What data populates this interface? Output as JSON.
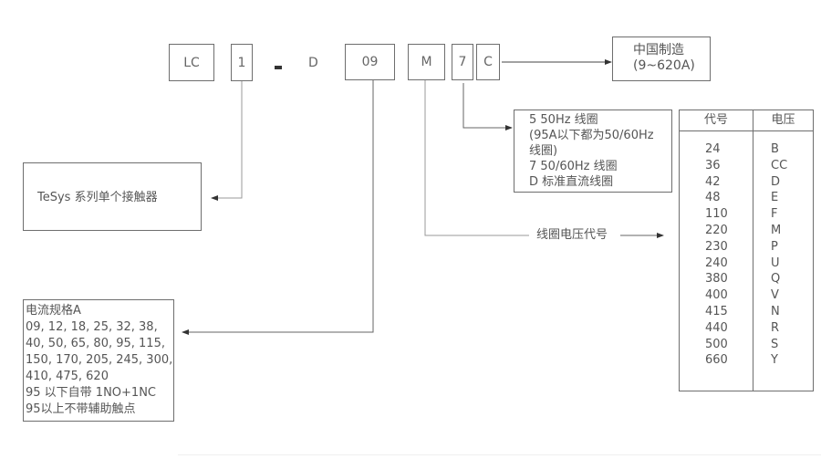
{
  "model_code": {
    "segments": [
      "LC",
      "1",
      "-",
      "D",
      "09",
      "M",
      "7",
      "C"
    ]
  },
  "made_in": {
    "line1": "中国制造",
    "line2": "(9~620A)"
  },
  "series_box": {
    "text": "TeSys 系列单个接触器"
  },
  "coil_type_box": {
    "lines": [
      "5 50Hz 线圈",
      "(95A以下都为50/60Hz",
      "线圈)",
      "7 50/60Hz 线圈",
      "D 标准直流线圈"
    ]
  },
  "coil_voltage_label": "线圈电压代号",
  "current_box": {
    "lines": [
      "电流规格A",
      "09, 12, 18, 25, 32, 38,",
      "40, 50, 65, 80, 95, 115,",
      "150, 170, 205, 245, 300,",
      "410, 475, 620",
      "95 以下自带 1NO+1NC",
      "95以上不带辅助触点"
    ]
  },
  "voltage_table": {
    "headers": [
      "代号",
      "电压"
    ],
    "codes": [
      "24",
      "36",
      "42",
      "48",
      "110",
      "220",
      "230",
      "240",
      "380",
      "400",
      "415",
      "440",
      "500",
      "660"
    ],
    "letters": [
      "B",
      "CC",
      "D",
      "E",
      "F",
      "M",
      "P",
      "U",
      "Q",
      "V",
      "N",
      "R",
      "S",
      "Y"
    ]
  }
}
